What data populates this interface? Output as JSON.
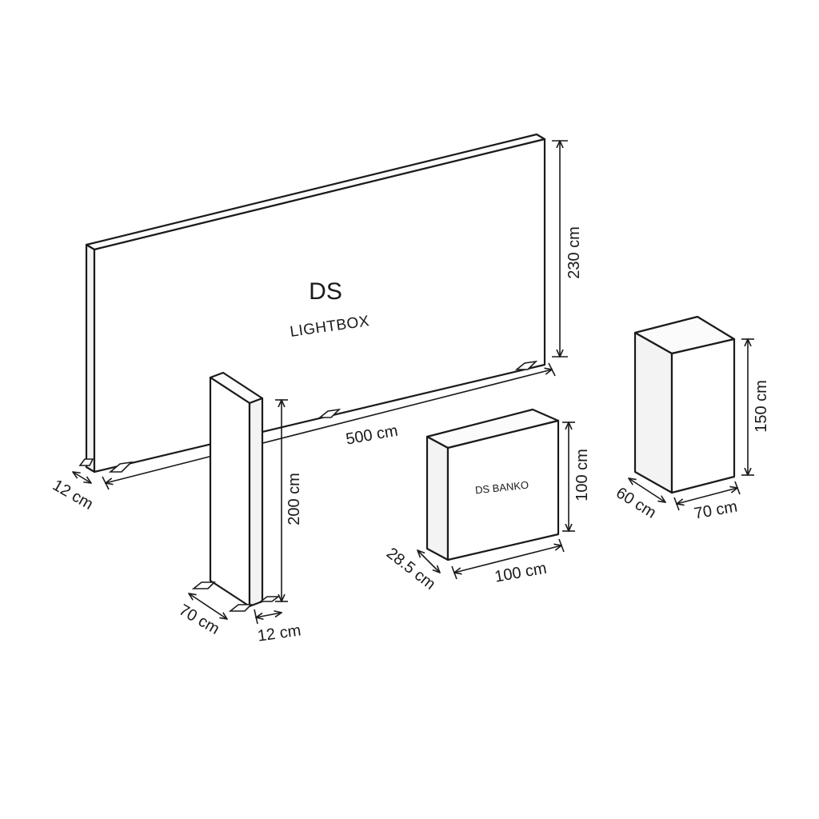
{
  "lightbox": {
    "brand": "DS",
    "name": "LIGHTBOX",
    "width_label": "500 cm",
    "height_label": "230 cm",
    "depth_label": "12 cm"
  },
  "tower": {
    "height_label": "200 cm",
    "width_label": "70 cm",
    "depth_label": "12 cm"
  },
  "banko": {
    "name": "DS BANKO",
    "height_label": "100 cm",
    "width_label": "100 cm",
    "depth_label": "28.5 cm"
  },
  "pillar": {
    "height_label": "150 cm",
    "depth_label": "60 cm",
    "width_label": "70 cm"
  },
  "colors": {
    "line": "#1a1a1a",
    "background": "#ffffff"
  }
}
